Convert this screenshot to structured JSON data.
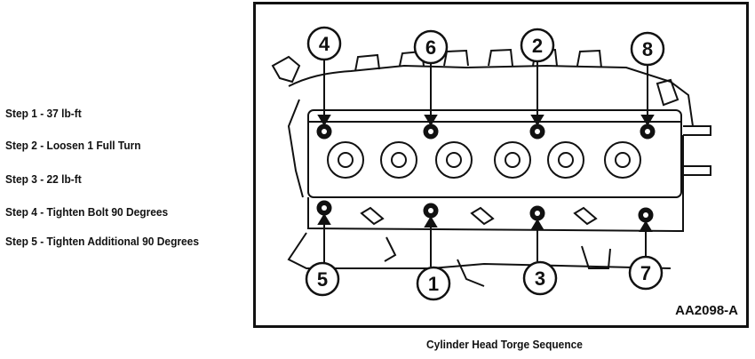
{
  "steps": [
    "Step 1 - 37 lb-ft",
    "Step 2 - Loosen 1 Full Turn",
    "Step 3 - 22 lb-ft",
    "Step 4 - Tighten Bolt 90 Degrees",
    "Step 5 - Tighten Additional 90 Degrees"
  ],
  "diagram": {
    "bolt_numbers": [
      "4",
      "6",
      "2",
      "8",
      "5",
      "1",
      "3",
      "7"
    ],
    "figure_code": "AA2098-A"
  },
  "caption": "Cylinder Head Torge Sequence"
}
